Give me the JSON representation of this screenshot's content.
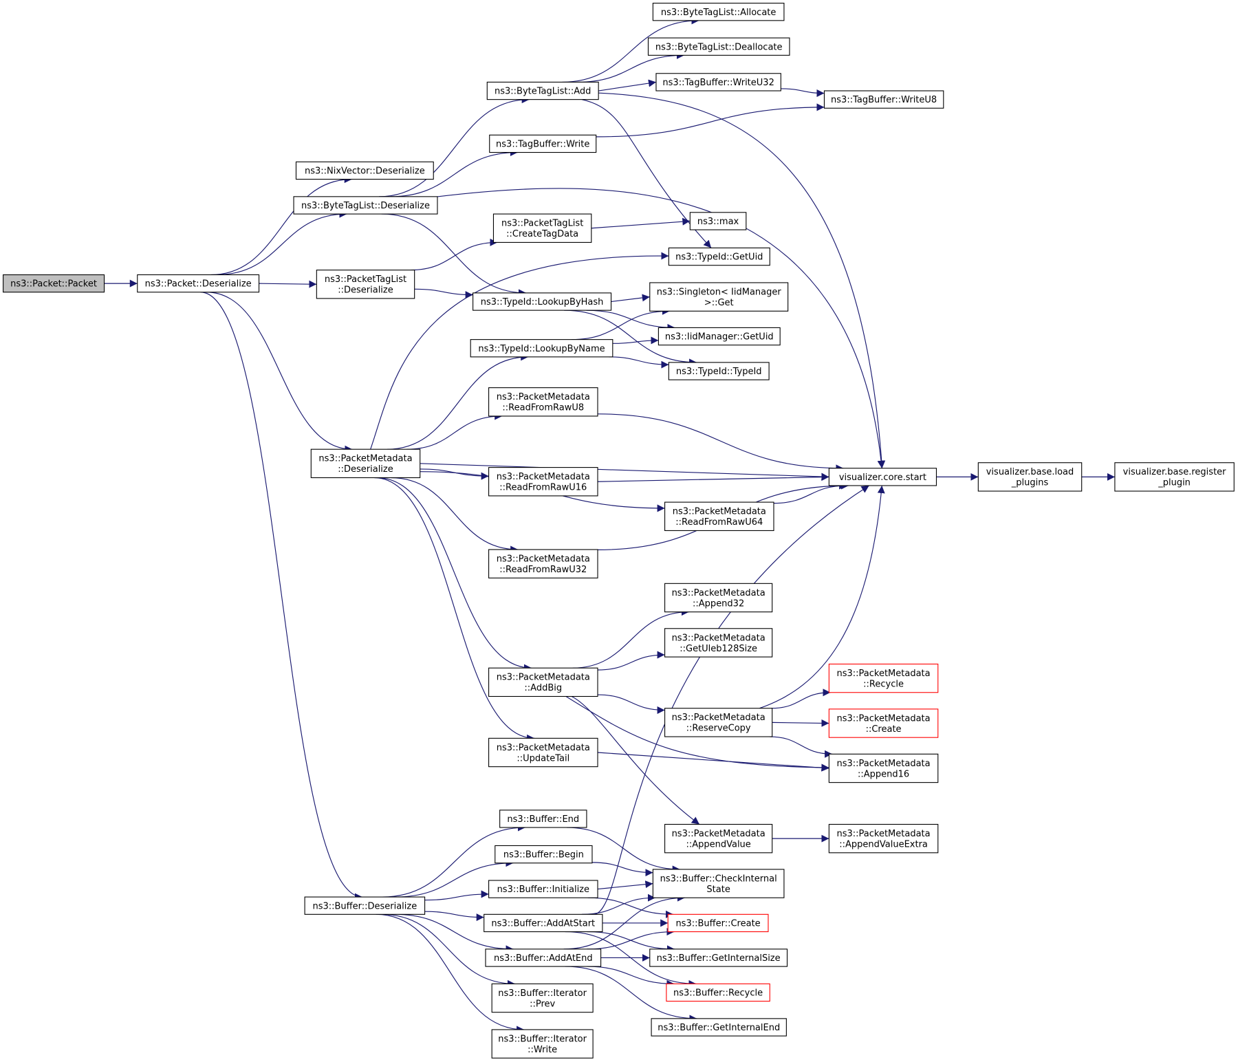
{
  "colors": {
    "edge": "#191970",
    "node_border": "#000000",
    "node_fill": "#ffffff",
    "root_fill": "#bfbfbf",
    "truncated_border": "#ff0000",
    "text": "#000000"
  },
  "nodes": {
    "packet_ctor": {
      "lines": [
        "ns3::Packet::Packet"
      ],
      "style": "root"
    },
    "packet_deserialize": {
      "lines": [
        "ns3::Packet::Deserialize"
      ]
    },
    "nixvector_deserialize": {
      "lines": [
        "ns3::NixVector::Deserialize"
      ]
    },
    "bytetaglist_deserialize": {
      "lines": [
        "ns3::ByteTagList::Deserialize"
      ]
    },
    "packettaglist_deserialize": {
      "lines": [
        "ns3::PacketTagList",
        "::Deserialize"
      ]
    },
    "packetmetadata_deserialize": {
      "lines": [
        "ns3::PacketMetadata",
        "::Deserialize"
      ]
    },
    "buffer_deserialize": {
      "lines": [
        "ns3::Buffer::Deserialize"
      ]
    },
    "bytetaglist_add": {
      "lines": [
        "ns3::ByteTagList::Add"
      ]
    },
    "tagbuffer_write": {
      "lines": [
        "ns3::TagBuffer::Write"
      ]
    },
    "packettaglist_createtagdata": {
      "lines": [
        "ns3::PacketTagList",
        "::CreateTagData"
      ]
    },
    "typeid_lookupbyhash": {
      "lines": [
        "ns3::TypeId::LookupByHash"
      ]
    },
    "typeid_lookupbyname": {
      "lines": [
        "ns3::TypeId::LookupByName"
      ]
    },
    "pm_readfromrawu8": {
      "lines": [
        "ns3::PacketMetadata",
        "::ReadFromRawU8"
      ]
    },
    "pm_readfromrawu16": {
      "lines": [
        "ns3::PacketMetadata",
        "::ReadFromRawU16"
      ]
    },
    "pm_readfromrawu32": {
      "lines": [
        "ns3::PacketMetadata",
        "::ReadFromRawU32"
      ]
    },
    "pm_addbig": {
      "lines": [
        "ns3::PacketMetadata",
        "::AddBig"
      ]
    },
    "pm_updatetail": {
      "lines": [
        "ns3::PacketMetadata",
        "::UpdateTail"
      ]
    },
    "buffer_end": {
      "lines": [
        "ns3::Buffer::End"
      ]
    },
    "buffer_begin": {
      "lines": [
        "ns3::Buffer::Begin"
      ]
    },
    "buffer_initialize": {
      "lines": [
        "ns3::Buffer::Initialize"
      ]
    },
    "buffer_addatstart": {
      "lines": [
        "ns3::Buffer::AddAtStart"
      ]
    },
    "buffer_addatend": {
      "lines": [
        "ns3::Buffer::AddAtEnd"
      ]
    },
    "buffer_iterator_prev": {
      "lines": [
        "ns3::Buffer::Iterator",
        "::Prev"
      ]
    },
    "buffer_iterator_write": {
      "lines": [
        "ns3::Buffer::Iterator",
        "::Write"
      ]
    },
    "bytetaglist_allocate": {
      "lines": [
        "ns3::ByteTagList::Allocate"
      ]
    },
    "bytetaglist_deallocate": {
      "lines": [
        "ns3::ByteTagList::Deallocate"
      ]
    },
    "tagbuffer_writeu32": {
      "lines": [
        "ns3::TagBuffer::WriteU32"
      ]
    },
    "tagbuffer_writeu8": {
      "lines": [
        "ns3::TagBuffer::WriteU8"
      ]
    },
    "ns3_max": {
      "lines": [
        "ns3::max"
      ]
    },
    "typeid_getuid": {
      "lines": [
        "ns3::TypeId::GetUid"
      ]
    },
    "singleton_get": {
      "lines": [
        "ns3::Singleton< IidManager",
        ">::Get"
      ]
    },
    "iidmanager_getuid": {
      "lines": [
        "ns3::IidManager::GetUid"
      ]
    },
    "typeid_typeid": {
      "lines": [
        "ns3::TypeId::TypeId"
      ]
    },
    "pm_readfromrawu64": {
      "lines": [
        "ns3::PacketMetadata",
        "::ReadFromRawU64"
      ]
    },
    "pm_append32": {
      "lines": [
        "ns3::PacketMetadata",
        "::Append32"
      ]
    },
    "pm_getuleb128size": {
      "lines": [
        "ns3::PacketMetadata",
        "::GetUleb128Size"
      ]
    },
    "pm_reservecopy": {
      "lines": [
        "ns3::PacketMetadata",
        "::ReserveCopy"
      ]
    },
    "pm_appendvalue": {
      "lines": [
        "ns3::PacketMetadata",
        "::AppendValue"
      ]
    },
    "buffer_checkinternalstate": {
      "lines": [
        "ns3::Buffer::CheckInternal",
        "State"
      ]
    },
    "buffer_create": {
      "lines": [
        "ns3::Buffer::Create"
      ],
      "style": "truncated"
    },
    "buffer_getinternalsize": {
      "lines": [
        "ns3::Buffer::GetInternalSize"
      ]
    },
    "buffer_recycle": {
      "lines": [
        "ns3::Buffer::Recycle"
      ],
      "style": "truncated"
    },
    "buffer_getinternalend": {
      "lines": [
        "ns3::Buffer::GetInternalEnd"
      ]
    },
    "visualizer_core_start": {
      "lines": [
        "visualizer.core.start"
      ]
    },
    "pm_recycle": {
      "lines": [
        "ns3::PacketMetadata",
        "::Recycle"
      ],
      "style": "truncated"
    },
    "pm_create": {
      "lines": [
        "ns3::PacketMetadata",
        "::Create"
      ],
      "style": "truncated"
    },
    "pm_append16": {
      "lines": [
        "ns3::PacketMetadata",
        "::Append16"
      ]
    },
    "pm_appendvalueextra": {
      "lines": [
        "ns3::PacketMetadata",
        "::AppendValueExtra"
      ]
    },
    "visualizer_base_load_plugins": {
      "lines": [
        "visualizer.base.load",
        "_plugins"
      ]
    },
    "visualizer_base_register_plugin": {
      "lines": [
        "visualizer.base.register",
        "_plugin"
      ]
    }
  },
  "edges": [
    [
      "packet_ctor",
      "packet_deserialize"
    ],
    [
      "packet_deserialize",
      "nixvector_deserialize"
    ],
    [
      "packet_deserialize",
      "bytetaglist_deserialize"
    ],
    [
      "packet_deserialize",
      "packettaglist_deserialize"
    ],
    [
      "packet_deserialize",
      "packetmetadata_deserialize"
    ],
    [
      "packet_deserialize",
      "buffer_deserialize"
    ],
    [
      "bytetaglist_deserialize",
      "bytetaglist_add"
    ],
    [
      "bytetaglist_deserialize",
      "tagbuffer_write"
    ],
    [
      "bytetaglist_deserialize",
      "typeid_lookupbyhash"
    ],
    [
      "bytetaglist_deserialize",
      "visualizer_core_start"
    ],
    [
      "bytetaglist_add",
      "bytetaglist_allocate"
    ],
    [
      "bytetaglist_add",
      "bytetaglist_deallocate"
    ],
    [
      "bytetaglist_add",
      "tagbuffer_writeu32"
    ],
    [
      "bytetaglist_add",
      "typeid_getuid"
    ],
    [
      "bytetaglist_add",
      "visualizer_core_start"
    ],
    [
      "tagbuffer_writeu32",
      "tagbuffer_writeu8"
    ],
    [
      "tagbuffer_write",
      "tagbuffer_writeu8"
    ],
    [
      "packettaglist_deserialize",
      "packettaglist_createtagdata"
    ],
    [
      "packettaglist_deserialize",
      "typeid_lookupbyhash"
    ],
    [
      "packettaglist_createtagdata",
      "ns3_max"
    ],
    [
      "typeid_lookupbyhash",
      "singleton_get"
    ],
    [
      "typeid_lookupbyhash",
      "iidmanager_getuid"
    ],
    [
      "typeid_lookupbyhash",
      "typeid_typeid"
    ],
    [
      "typeid_lookupbyname",
      "singleton_get"
    ],
    [
      "typeid_lookupbyname",
      "iidmanager_getuid"
    ],
    [
      "typeid_lookupbyname",
      "typeid_typeid"
    ],
    [
      "packetmetadata_deserialize",
      "typeid_getuid"
    ],
    [
      "packetmetadata_deserialize",
      "typeid_lookupbyname"
    ],
    [
      "packetmetadata_deserialize",
      "pm_readfromrawu8"
    ],
    [
      "packetmetadata_deserialize",
      "visualizer_core_start"
    ],
    [
      "packetmetadata_deserialize",
      "pm_readfromrawu16"
    ],
    [
      "packetmetadata_deserialize",
      "pm_readfromrawu64"
    ],
    [
      "packetmetadata_deserialize",
      "pm_readfromrawu32"
    ],
    [
      "packetmetadata_deserialize",
      "pm_addbig"
    ],
    [
      "packetmetadata_deserialize",
      "pm_updatetail"
    ],
    [
      "pm_readfromrawu8",
      "visualizer_core_start"
    ],
    [
      "pm_readfromrawu16",
      "visualizer_core_start"
    ],
    [
      "pm_readfromrawu64",
      "visualizer_core_start"
    ],
    [
      "pm_readfromrawu32",
      "visualizer_core_start"
    ],
    [
      "pm_addbig",
      "pm_append32"
    ],
    [
      "pm_addbig",
      "pm_getuleb128size"
    ],
    [
      "pm_addbig",
      "pm_reservecopy"
    ],
    [
      "pm_addbig",
      "pm_append16"
    ],
    [
      "pm_addbig",
      "pm_appendvalue"
    ],
    [
      "pm_reservecopy",
      "visualizer_core_start"
    ],
    [
      "pm_reservecopy",
      "pm_recycle"
    ],
    [
      "pm_reservecopy",
      "pm_create"
    ],
    [
      "pm_reservecopy",
      "pm_append16"
    ],
    [
      "pm_updatetail",
      "pm_append16"
    ],
    [
      "pm_appendvalue",
      "pm_appendvalueextra"
    ],
    [
      "visualizer_core_start",
      "visualizer_base_load_plugins"
    ],
    [
      "visualizer_base_load_plugins",
      "visualizer_base_register_plugin"
    ],
    [
      "buffer_deserialize",
      "buffer_end"
    ],
    [
      "buffer_deserialize",
      "buffer_begin"
    ],
    [
      "buffer_deserialize",
      "buffer_initialize"
    ],
    [
      "buffer_deserialize",
      "buffer_addatstart"
    ],
    [
      "buffer_deserialize",
      "buffer_addatend"
    ],
    [
      "buffer_deserialize",
      "buffer_iterator_prev"
    ],
    [
      "buffer_deserialize",
      "buffer_iterator_write"
    ],
    [
      "buffer_end",
      "buffer_checkinternalstate"
    ],
    [
      "buffer_begin",
      "buffer_checkinternalstate"
    ],
    [
      "buffer_initialize",
      "buffer_checkinternalstate"
    ],
    [
      "buffer_initialize",
      "buffer_create"
    ],
    [
      "buffer_addatstart",
      "visualizer_core_start"
    ],
    [
      "buffer_addatstart",
      "buffer_checkinternalstate"
    ],
    [
      "buffer_addatstart",
      "buffer_create"
    ],
    [
      "buffer_addatstart",
      "buffer_getinternalsize"
    ],
    [
      "buffer_addatstart",
      "buffer_recycle"
    ],
    [
      "buffer_addatend",
      "buffer_checkinternalstate"
    ],
    [
      "buffer_addatend",
      "buffer_create"
    ],
    [
      "buffer_addatend",
      "buffer_getinternalsize"
    ],
    [
      "buffer_addatend",
      "buffer_recycle"
    ],
    [
      "buffer_addatend",
      "buffer_getinternalend"
    ]
  ]
}
